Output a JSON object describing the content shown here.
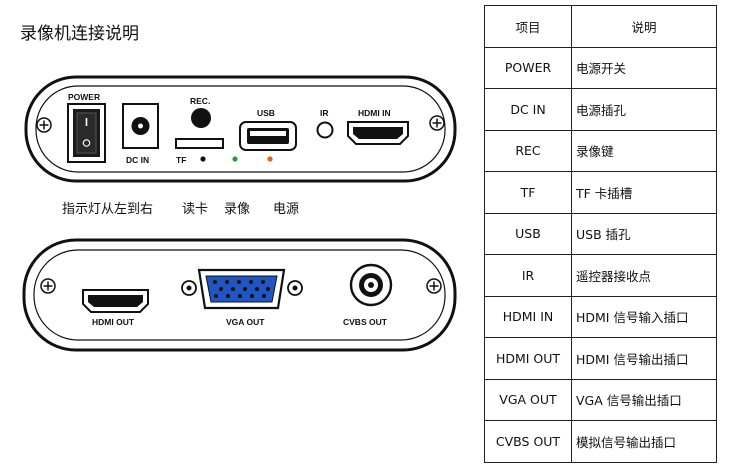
{
  "title": "录像机连接说明",
  "front_panel": {
    "power": "POWER",
    "dc_in": "DC IN",
    "rec": "REC.",
    "tf": "TF",
    "usb": "USB",
    "ir": "IR",
    "hdmi_in": "HDMI IN",
    "indicator_colors": {
      "green": "#2a9d3a",
      "orange": "#e8611a"
    }
  },
  "captions": {
    "indicator": "指示灯从左到右",
    "read_card": "读卡",
    "record": "录像",
    "power": "电源"
  },
  "back_panel": {
    "hdmi_out": "HDMI OUT",
    "vga_out": "VGA OUT",
    "cvbs_out": "CVBS OUT",
    "vga_color": "#2255c4"
  },
  "table": {
    "header": {
      "item": "项目",
      "desc": "说明"
    },
    "rows": [
      {
        "item": "POWER",
        "desc": "电源开关"
      },
      {
        "item": "DC IN",
        "desc": "电源插孔"
      },
      {
        "item": "REC",
        "desc": "录像键"
      },
      {
        "item": "TF",
        "desc": "TF 卡插槽"
      },
      {
        "item": "USB",
        "desc": "USB 插孔"
      },
      {
        "item": "IR",
        "desc": "遥控器接收点"
      },
      {
        "item": "HDMI IN",
        "desc": "HDMI 信号输入插口"
      },
      {
        "item": "HDMI OUT",
        "desc": "HDMI 信号输出插口"
      },
      {
        "item": "VGA OUT",
        "desc": "VGA 信号输出插口"
      },
      {
        "item": "CVBS OUT",
        "desc": "模拟信号输出插口"
      }
    ]
  }
}
